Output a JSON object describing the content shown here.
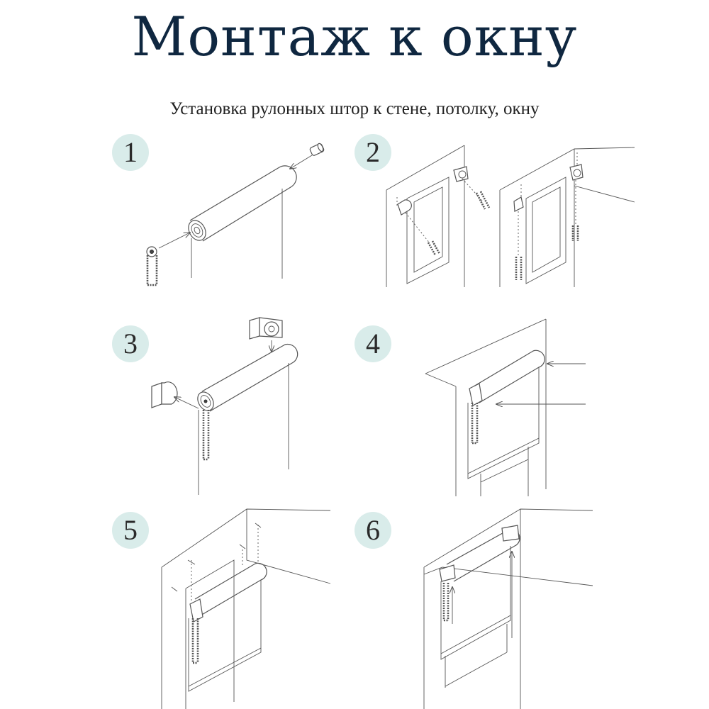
{
  "title": "Монтаж к окну",
  "subtitle": "Установка рулонных штор к стене, потолку, окну",
  "steps": [
    "1",
    "2",
    "3",
    "4",
    "5",
    "6"
  ],
  "colors": {
    "title": "#0f2740",
    "badge": "#d9ecea",
    "line": "#555555"
  }
}
